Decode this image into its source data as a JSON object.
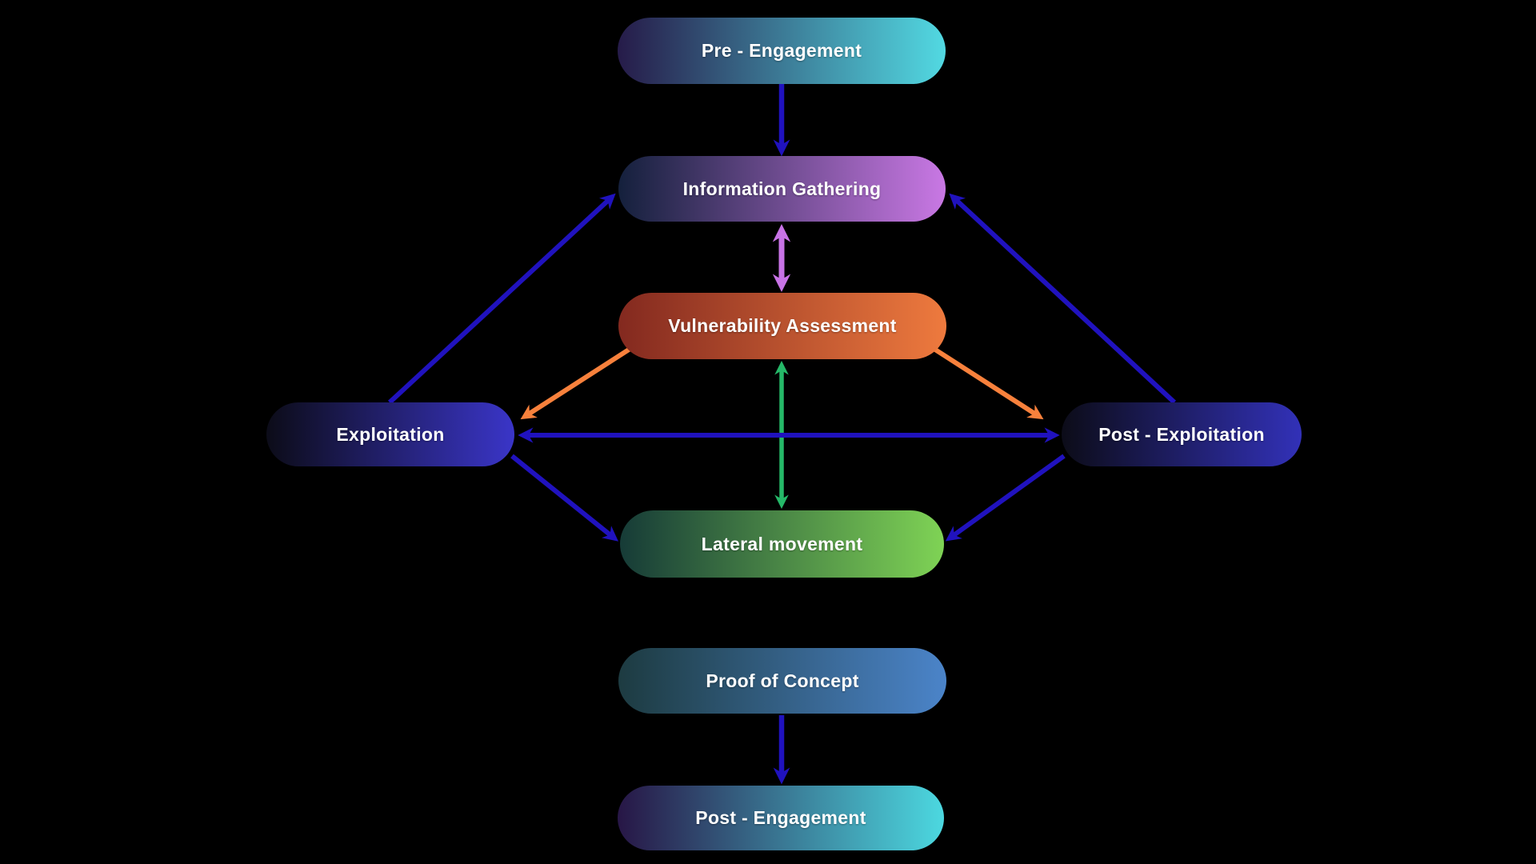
{
  "colors": {
    "background": "#000000",
    "text": "#ffffff",
    "arrow_blue": "#2012be",
    "arrow_purple": "#c873e6",
    "arrow_green": "#25b868",
    "arrow_orange": "#f8813c"
  },
  "nodes": [
    {
      "id": "pre-engagement",
      "label": "Pre - Engagement",
      "color_from": "#261b49",
      "color_to": "#52d9e2"
    },
    {
      "id": "information-gathering",
      "label": "Information Gathering",
      "color_from": "#14203c",
      "color_to": "#c978e4"
    },
    {
      "id": "vulnerability-assessment",
      "label": "Vulnerability Assessment",
      "color_from": "#83291f",
      "color_to": "#ee7a3e"
    },
    {
      "id": "exploitation",
      "label": "Exploitation",
      "color_from": "#0c0c18",
      "color_to": "#3a35c8"
    },
    {
      "id": "post-exploitation",
      "label": "Post - Exploitation",
      "color_from": "#0c0c18",
      "color_to": "#3231b8"
    },
    {
      "id": "lateral-movement",
      "label": "Lateral movement",
      "color_from": "#163b37",
      "color_to": "#7fd355"
    },
    {
      "id": "proof-of-concept",
      "label": "Proof of Concept",
      "color_from": "#1d3b41",
      "color_to": "#4b84c9"
    },
    {
      "id": "post-engagement",
      "label": "Post - Engagement",
      "color_from": "#271646",
      "color_to": "#4cd8e0"
    }
  ],
  "edges": [
    {
      "from": "Pre - Engagement",
      "to": "Information Gathering",
      "color": "blue",
      "direction": "one-way"
    },
    {
      "from": "Information Gathering",
      "to": "Vulnerability Assessment",
      "color": "purple",
      "direction": "two-way"
    },
    {
      "from": "Vulnerability Assessment",
      "to": "Lateral movement",
      "color": "green",
      "direction": "two-way"
    },
    {
      "from": "Exploitation",
      "to": "Information Gathering",
      "color": "blue",
      "direction": "one-way"
    },
    {
      "from": "Post - Exploitation",
      "to": "Information Gathering",
      "color": "blue",
      "direction": "one-way"
    },
    {
      "from": "Vulnerability Assessment",
      "to": "Exploitation",
      "color": "orange",
      "direction": "one-way"
    },
    {
      "from": "Vulnerability Assessment",
      "to": "Post - Exploitation",
      "color": "orange",
      "direction": "one-way"
    },
    {
      "from": "Exploitation",
      "to": "Post - Exploitation",
      "color": "blue",
      "direction": "two-way"
    },
    {
      "from": "Exploitation",
      "to": "Lateral movement",
      "color": "blue",
      "direction": "one-way"
    },
    {
      "from": "Post - Exploitation",
      "to": "Lateral movement",
      "color": "blue",
      "direction": "one-way"
    },
    {
      "from": "Proof of Concept",
      "to": "Post - Engagement",
      "color": "blue",
      "direction": "one-way"
    }
  ]
}
